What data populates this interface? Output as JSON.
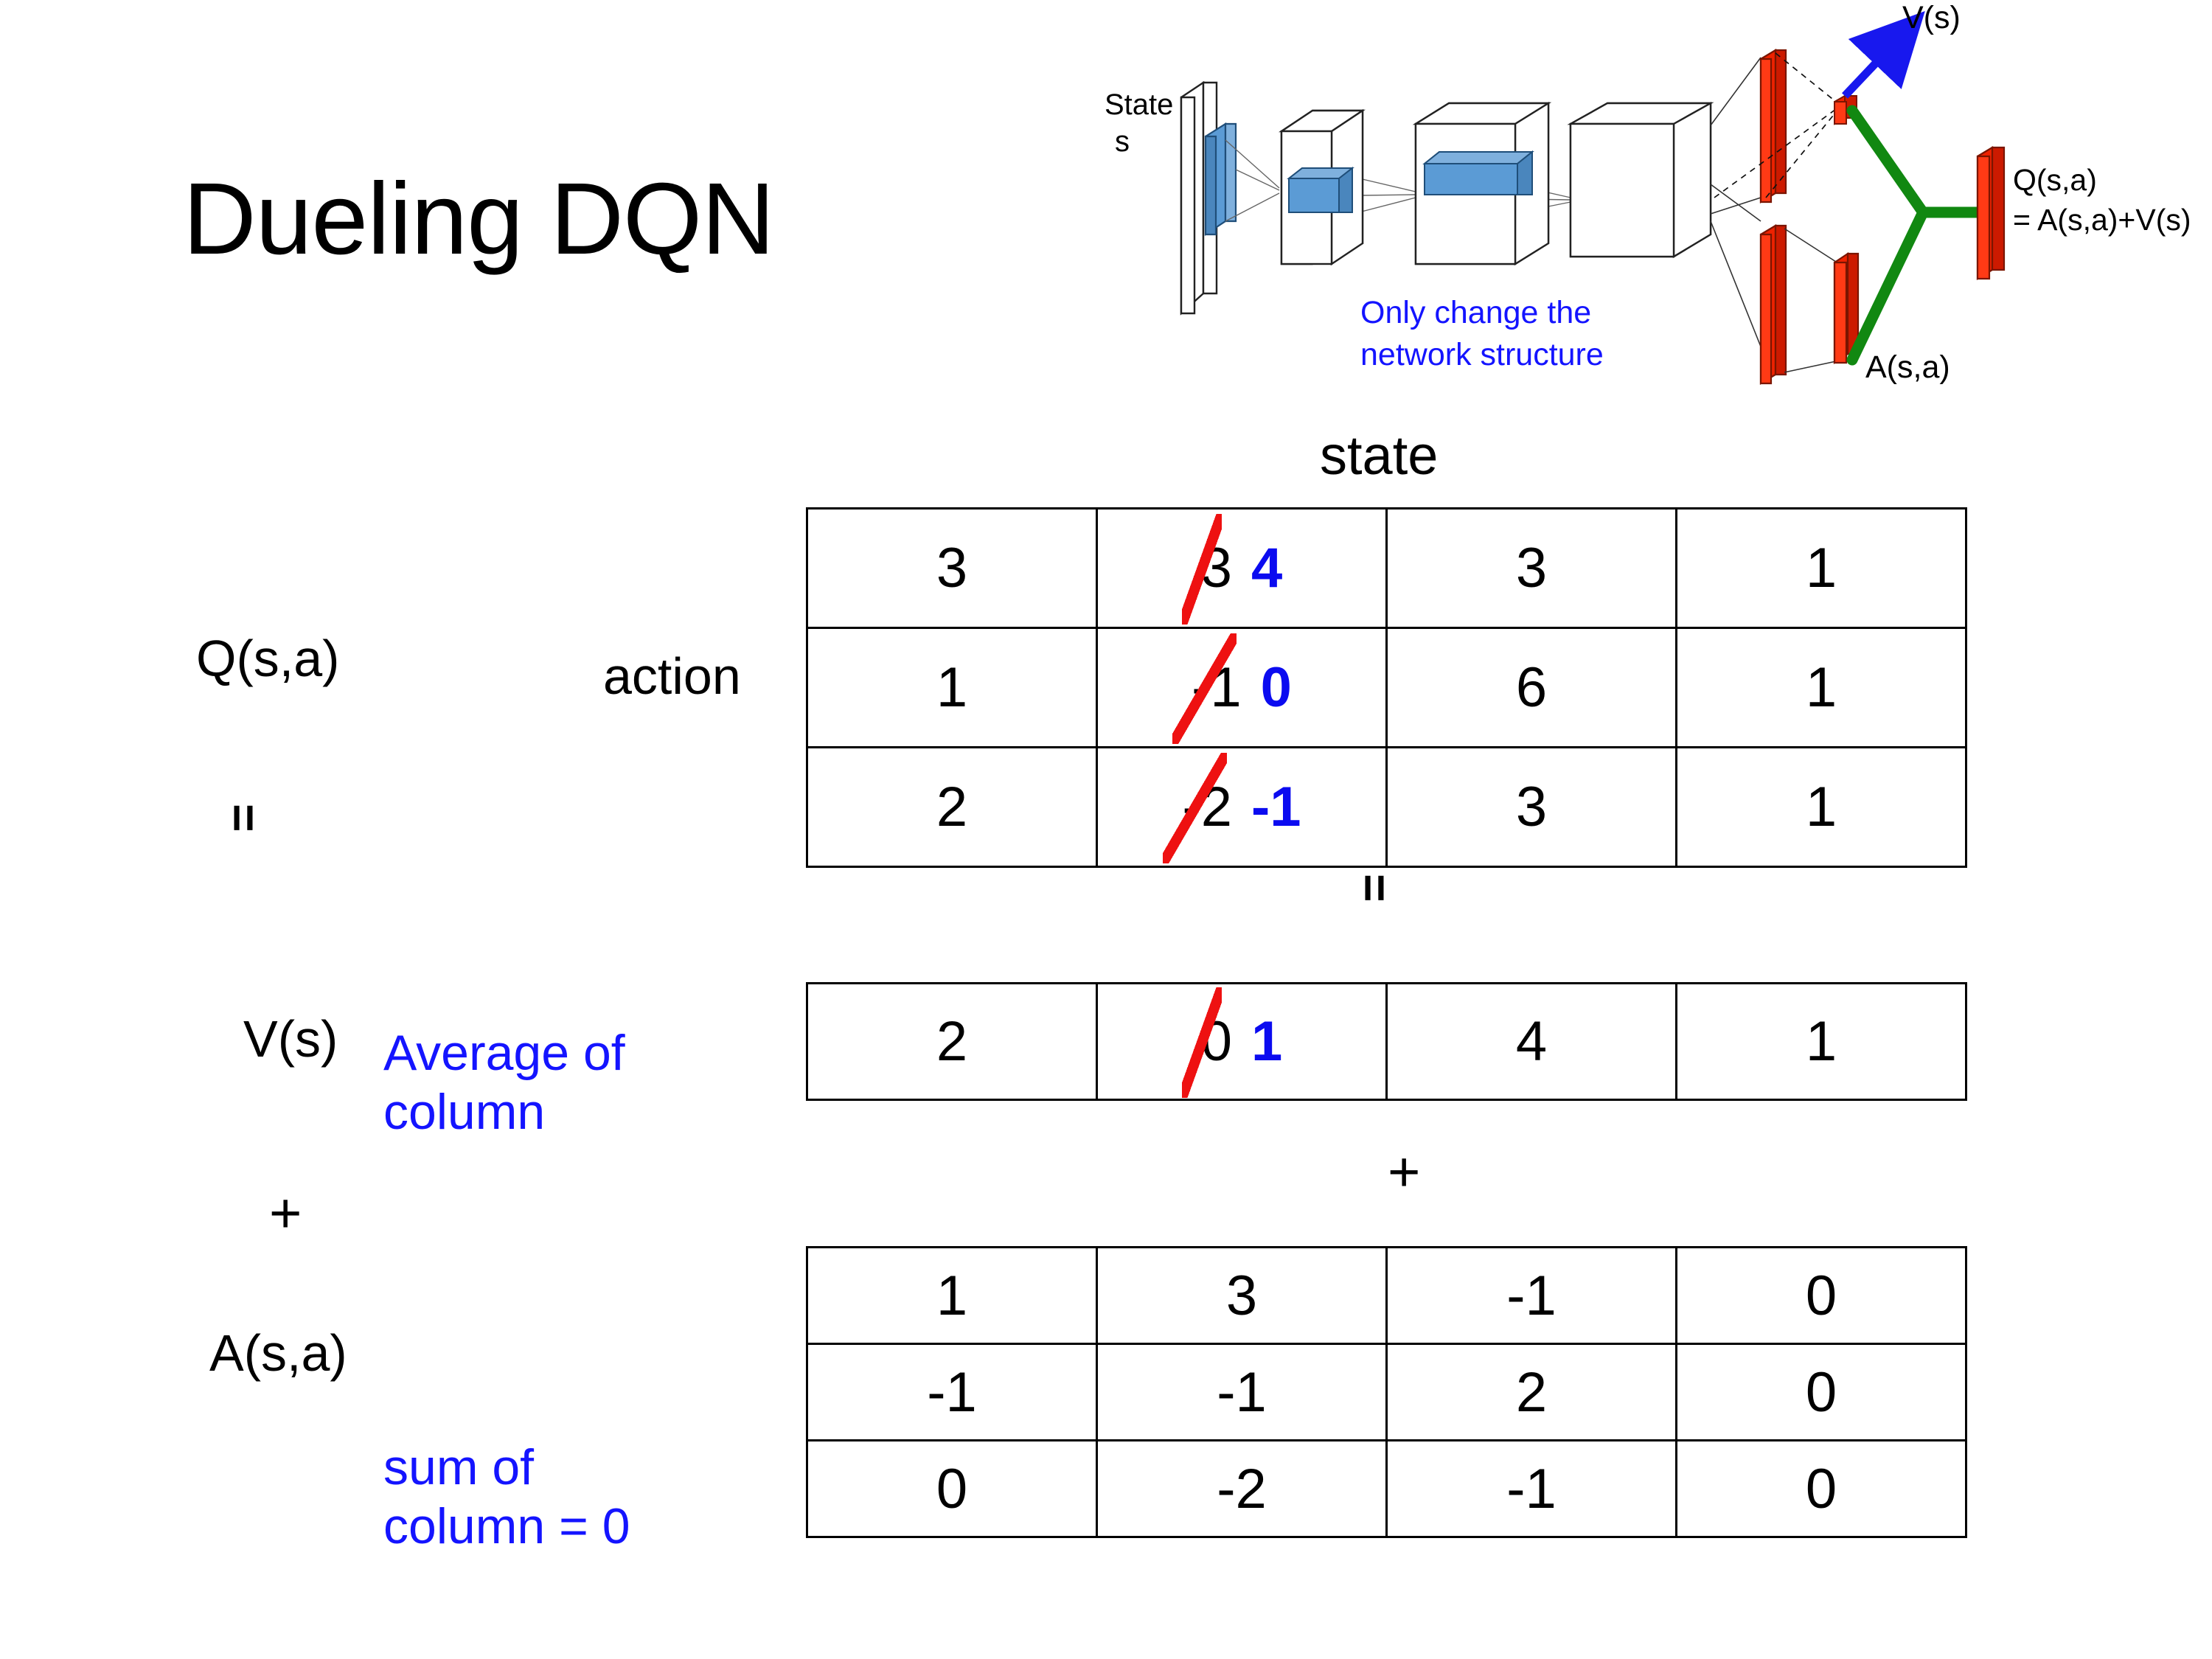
{
  "slide": {
    "title": "Dueling DQN"
  },
  "diagram": {
    "input_label_line1": "State",
    "input_label_line2": "s",
    "note_line1": "Only change the",
    "note_line2": "network structure",
    "value_stream_label": "V(s)",
    "advantage_stream_label": "A(s,a)",
    "output_label_line1": "Q(s,a)",
    "output_label_line2": "= A(s,a)+V(s)",
    "colors": {
      "note": "#1414ff",
      "value_arrow": "#1818ee",
      "stream_bar": "#ee2200",
      "combine_link": "#118811",
      "conv_block": "#5b9bd5"
    }
  },
  "labels": {
    "state_axis": "state",
    "action_axis": "action",
    "q_label": "Q(s,a)",
    "v_label": "V(s)",
    "a_label": "A(s,a)",
    "equals_1": "=",
    "equals_2": "=",
    "plus_1": "+",
    "plus_2": "+",
    "average_note_line1": "Average of",
    "average_note_line2": "column",
    "sum_note_line1": "sum of",
    "sum_note_line2": "column = 0"
  },
  "colors": {
    "annotation_blue": "#1414ff",
    "new_value_blue": "#0b0bf0",
    "strike_red": "#ee1111",
    "text_black": "#000000"
  },
  "chart_data": {
    "type": "table",
    "title": "Dueling DQN  Q(s,a) = V(s) + A(s,a)",
    "x_axis_label": "state",
    "y_axis_label": "action",
    "tables": [
      {
        "name": "Q(s,a)",
        "rows": 3,
        "cols": 4,
        "values": [
          [
            3,
            3,
            3,
            1
          ],
          [
            1,
            -1,
            6,
            1
          ],
          [
            2,
            -2,
            3,
            1
          ]
        ],
        "edits": [
          {
            "row": 0,
            "col": 1,
            "old": "3",
            "new": "4"
          },
          {
            "row": 1,
            "col": 1,
            "old": "-1",
            "new": "0"
          },
          {
            "row": 2,
            "col": 1,
            "old": "-2",
            "new": "-1"
          }
        ]
      },
      {
        "name": "V(s)",
        "rows": 1,
        "cols": 4,
        "values": [
          [
            2,
            0,
            4,
            1
          ]
        ],
        "edits": [
          {
            "row": 0,
            "col": 1,
            "old": "0",
            "new": "1"
          }
        ]
      },
      {
        "name": "A(s,a)",
        "rows": 3,
        "cols": 4,
        "values": [
          [
            1,
            3,
            -1,
            0
          ],
          [
            -1,
            -1,
            2,
            0
          ],
          [
            0,
            -2,
            -1,
            0
          ]
        ],
        "edits": []
      }
    ]
  },
  "tables": {
    "q": {
      "r0": {
        "c0": "3",
        "c1_old": "3",
        "c1_new": "4",
        "c2": "3",
        "c3": "1"
      },
      "r1": {
        "c0": "1",
        "c1_old": "-1",
        "c1_new": "0",
        "c2": "6",
        "c3": "1"
      },
      "r2": {
        "c0": "2",
        "c1_old": "-2",
        "c1_new": "-1",
        "c2": "3",
        "c3": "1"
      }
    },
    "v": {
      "r0": {
        "c0": "2",
        "c1_old": "0",
        "c1_new": "1",
        "c2": "4",
        "c3": "1"
      }
    },
    "a": {
      "r0": {
        "c0": "1",
        "c1": "3",
        "c2": "-1",
        "c3": "0"
      },
      "r1": {
        "c0": "-1",
        "c1": "-1",
        "c2": "2",
        "c3": "0"
      },
      "r2": {
        "c0": "0",
        "c1": "-2",
        "c2": "-1",
        "c3": "0"
      }
    }
  }
}
